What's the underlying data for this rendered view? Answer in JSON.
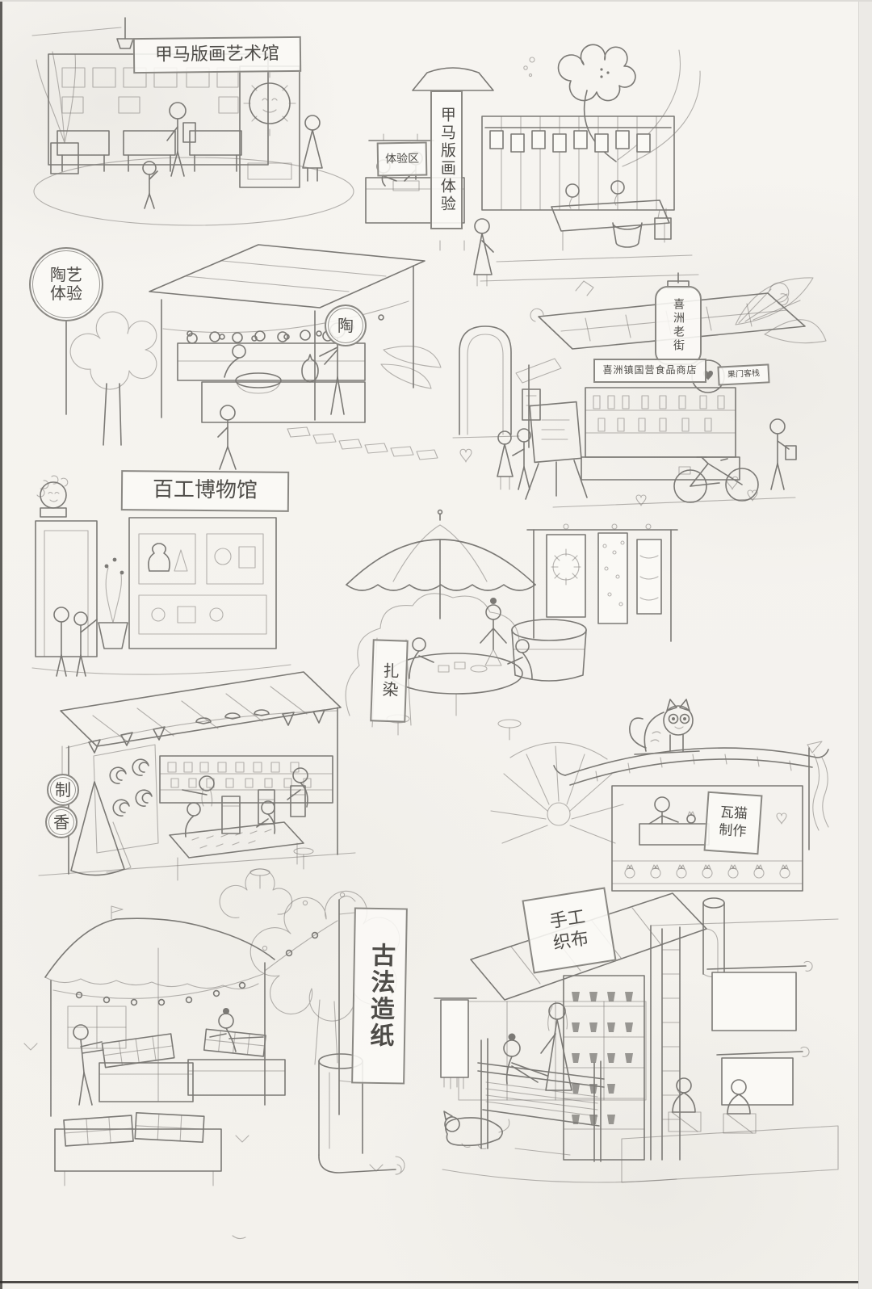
{
  "palette": {
    "paper": "#f6f4f0",
    "ink": "#7b7975",
    "text": "#4e4c48"
  },
  "scenes": [
    {
      "id": "jiama-print-gallery",
      "sign": "甲马版画艺术馆"
    },
    {
      "id": "jiama-print-experience",
      "banner": "甲马版画体验",
      "area_sign": "体验区"
    },
    {
      "id": "pottery-experience",
      "circle_sign": "陶艺体验",
      "round_sign": "陶"
    },
    {
      "id": "xizhou-old-street",
      "lantern": "喜洲老街",
      "shop_sign": "喜洲镇国营食品商店",
      "plaque": "果门客栈"
    },
    {
      "id": "hundred-crafts-museum",
      "sign": "百工博物馆"
    },
    {
      "id": "tie-dye",
      "sign": "扎染"
    },
    {
      "id": "incense-making",
      "sign_top": "制",
      "sign_bottom": "香"
    },
    {
      "id": "tile-cat-making",
      "sign_line1": "瓦猫",
      "sign_line2": "制作"
    },
    {
      "id": "ancient-papermaking",
      "banner": "古法造纸"
    },
    {
      "id": "hand-weaving",
      "sign_line1": "手工",
      "sign_line2": "织布"
    }
  ]
}
